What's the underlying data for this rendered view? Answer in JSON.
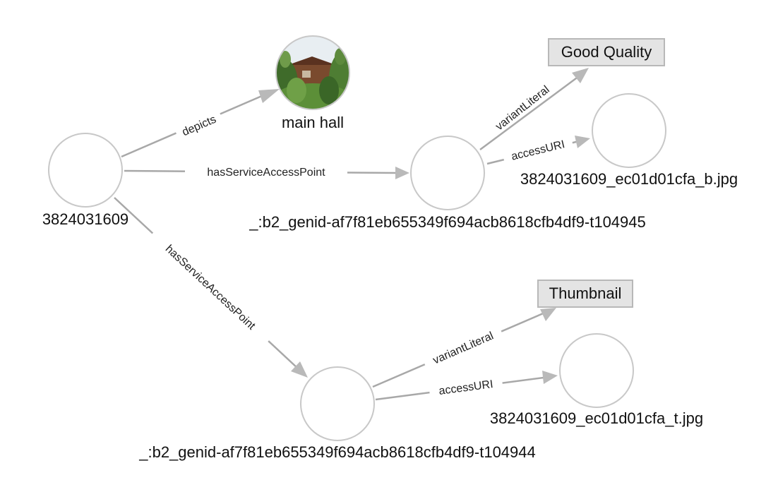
{
  "nodes": {
    "root": {
      "label": "3824031609"
    },
    "image": {
      "label": "main hall",
      "image_icon": "house-photo-icon"
    },
    "access_point_b": {
      "label": "_:b2_genid-af7f81eb655349f694acb8618cfb4df9-t104945"
    },
    "access_point_t": {
      "label": "_:b2_genid-af7f81eb655349f694acb8618cfb4df9-t104944"
    },
    "file_b": {
      "label": "3824031609_ec01d01cfa_b.jpg"
    },
    "file_t": {
      "label": "3824031609_ec01d01cfa_t.jpg"
    },
    "literal_good": {
      "label": "Good Quality"
    },
    "literal_thumb": {
      "label": "Thumbnail"
    }
  },
  "edges": {
    "depicts": "depicts",
    "has_access_b": "hasServiceAccessPoint",
    "has_access_t": "hasServiceAccessPoint",
    "variant_b": "variantLiteral",
    "access_uri_b": "accessURI",
    "variant_t": "variantLiteral",
    "access_uri_t": "accessURI"
  }
}
